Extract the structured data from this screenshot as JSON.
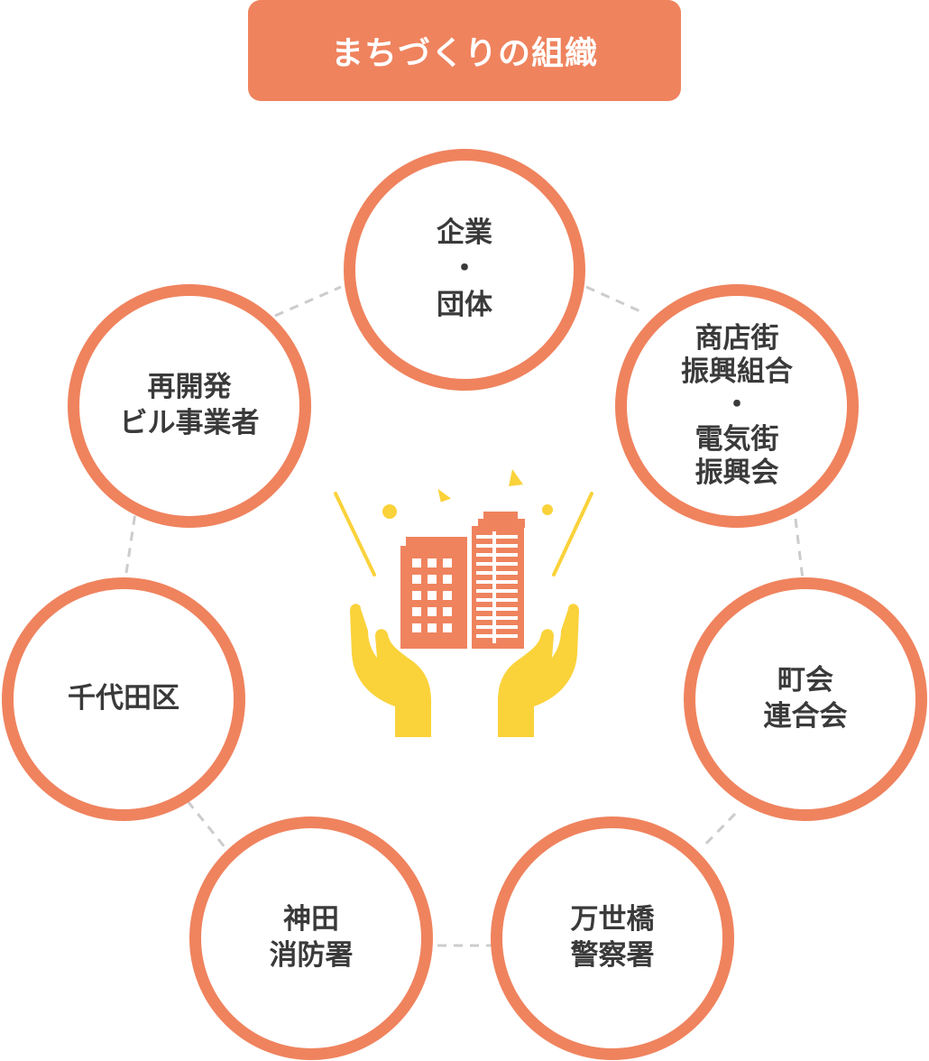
{
  "title": "まちづくりの組織",
  "colors": {
    "accent": "#ef835e",
    "illustration_yellow": "#fad23a",
    "text": "#3a3a3a",
    "connector": "#cccccc"
  },
  "nodes": [
    {
      "id": "kigyo",
      "lines": [
        "企業",
        "・",
        "団体"
      ]
    },
    {
      "id": "shotengai",
      "lines": [
        "商店街",
        "振興組合",
        "・",
        "電気街",
        "振興会"
      ]
    },
    {
      "id": "chokai",
      "lines": [
        "町会",
        "連合会"
      ]
    },
    {
      "id": "keisatsu",
      "lines": [
        "万世橋",
        "警察署"
      ]
    },
    {
      "id": "shobo",
      "lines": [
        "神田",
        "消防署"
      ]
    },
    {
      "id": "kuyakusho",
      "lines": [
        "千代田区"
      ]
    },
    {
      "id": "saikaihatsu",
      "lines": [
        "再開発",
        "ビル事業者"
      ]
    }
  ],
  "illustration": {
    "icon": "hands-holding-buildings-icon"
  }
}
